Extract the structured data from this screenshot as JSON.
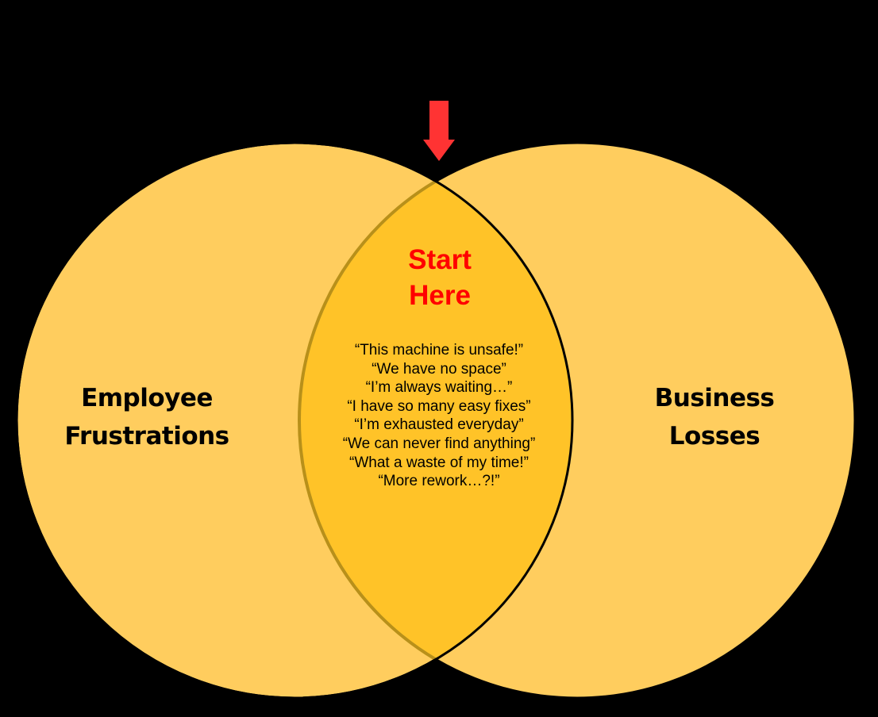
{
  "diagram": {
    "type": "venn",
    "colors": {
      "background": "#000000",
      "circle_fill": "#FFCD5E",
      "overlap_fill": "#FFC328",
      "left_outline": "#000000",
      "right_outline_in_overlap": "#B8901A",
      "arrow": "#FF3333",
      "start_text": "#FF0000"
    },
    "left_circle": {
      "label_lines": [
        "Employee",
        "Frustrations"
      ]
    },
    "right_circle": {
      "label_lines": [
        "Business",
        "Losses"
      ]
    },
    "overlap": {
      "title_lines": [
        "Start",
        "Here"
      ],
      "quotes": [
        "“This machine is unsafe!”",
        "“We have no space”",
        "“I’m always waiting…”",
        "“I have so many easy fixes”",
        "“I’m exhausted everyday”",
        "“We can never find anything”",
        "“What a waste of my time!”",
        "“More rework…?!”"
      ]
    },
    "arrow": {
      "direction": "down",
      "icon": "down-arrow-icon"
    }
  }
}
